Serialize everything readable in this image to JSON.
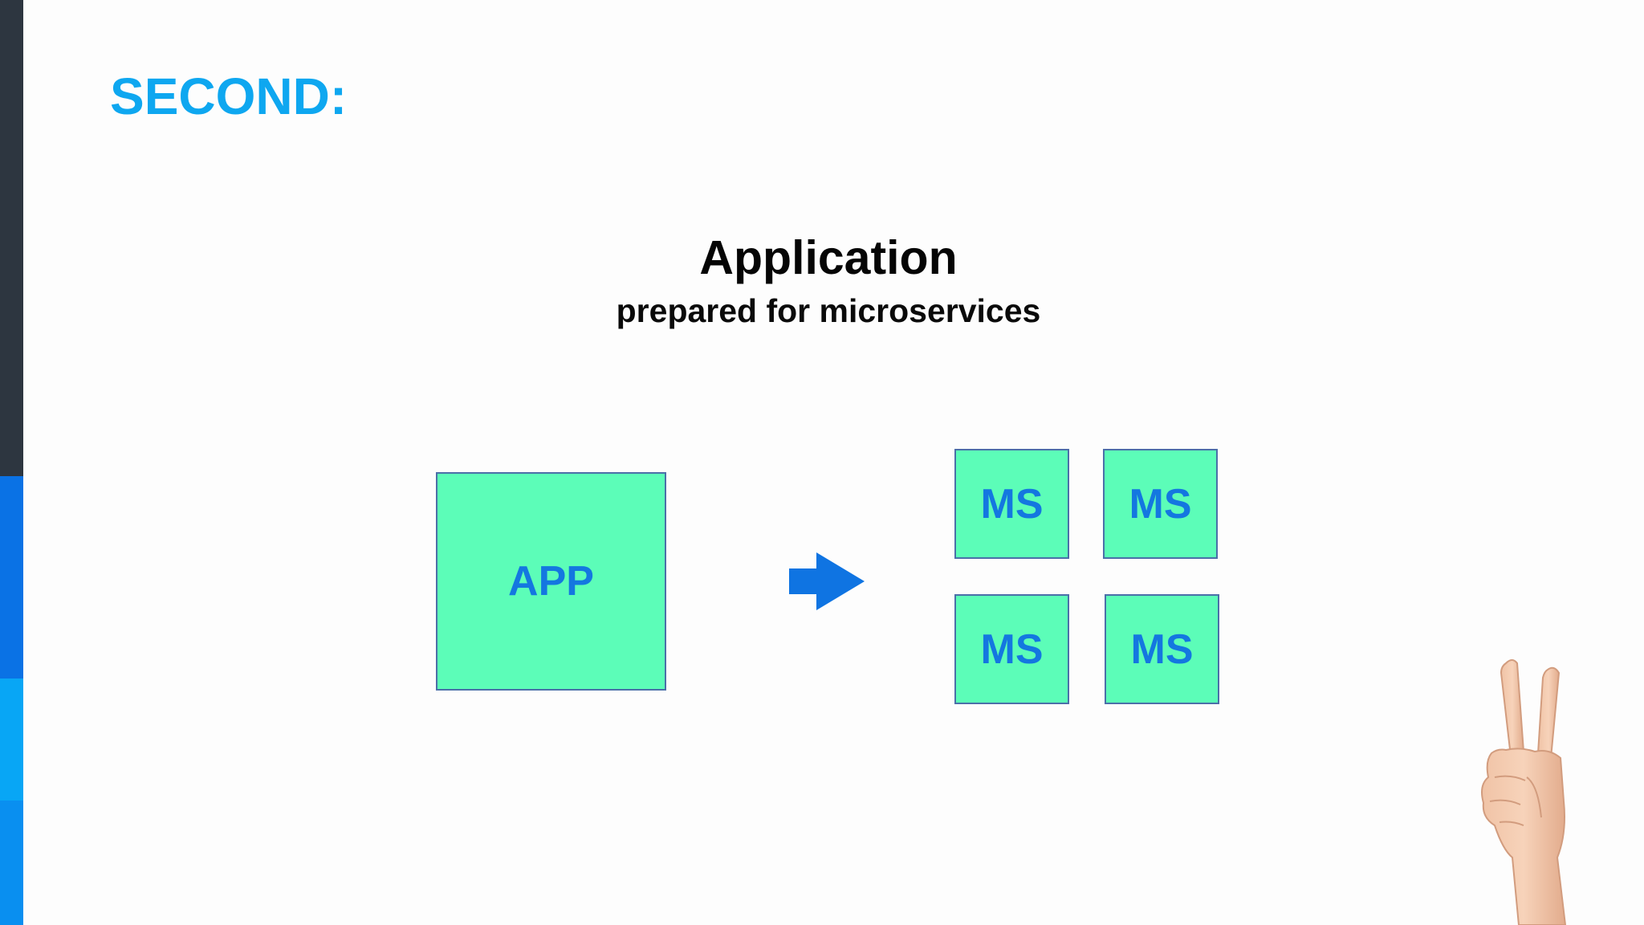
{
  "slide": {
    "heading": "SECOND:",
    "title": "Application",
    "subtitle": "prepared for microservices"
  },
  "diagram": {
    "source_label": "APP",
    "target_labels": [
      "MS",
      "MS",
      "MS",
      "MS"
    ],
    "arrow_icon": "right-arrow-icon",
    "hand_icon": "peace-sign-hand-icon"
  },
  "colors": {
    "heading": "#0ea7f0",
    "box_fill": "#5cfdb8",
    "box_border": "#4b6fa8",
    "box_text": "#1477e0",
    "arrow": "#0f74e2",
    "stripe_dark": "#2d3640",
    "stripe_blue": "#0a72e5",
    "stripe_light": "#08a6f5",
    "stripe_mid": "#098ff0"
  }
}
